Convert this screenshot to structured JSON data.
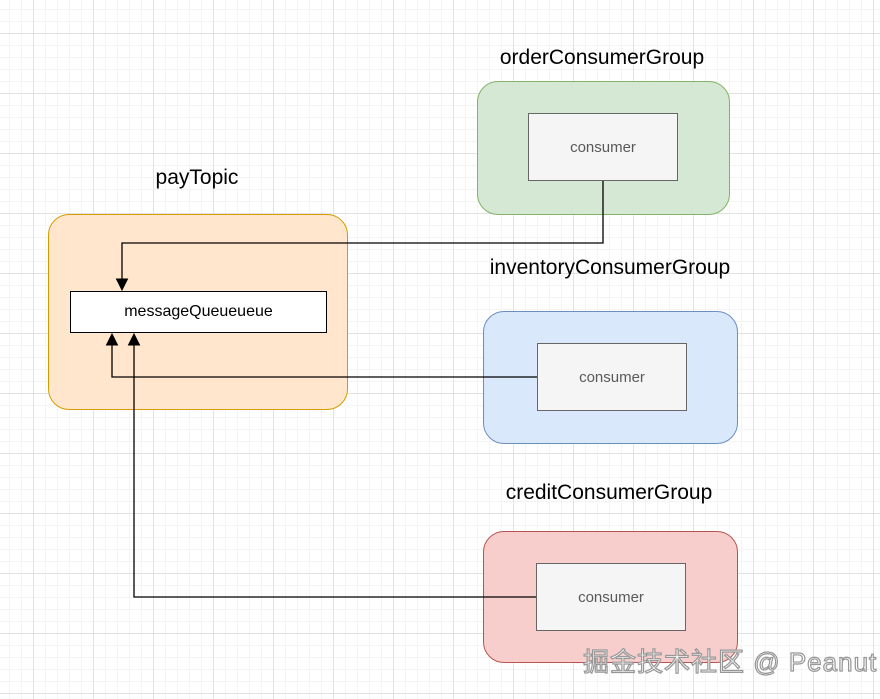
{
  "diagram": {
    "topic": {
      "title": "payTopic",
      "queue_label": "messageQueueueue",
      "fill": "#ffe6cc",
      "stroke": "#d79b00"
    },
    "groups": {
      "order": {
        "title": "orderConsumerGroup",
        "consumer_label": "consumer",
        "fill": "#d5e8d4",
        "stroke": "#82b366"
      },
      "inventory": {
        "title": "inventoryConsumerGroup",
        "consumer_label": "consumer",
        "fill": "#dae8fc",
        "stroke": "#6c8ebf"
      },
      "credit": {
        "title": "creditConsumerGroup",
        "consumer_label": "consumer",
        "fill": "#f8cecc",
        "stroke": "#b85450"
      }
    },
    "consumer_box": {
      "fill": "#f5f5f5",
      "stroke": "#666666",
      "text_color": "#595959"
    },
    "queue_box": {
      "fill": "#ffffff",
      "stroke": "#000000"
    },
    "connector_color": "#000000",
    "connections": [
      {
        "from": "orderConsumerGroup/consumer",
        "to": "payTopic/messageQueueueue"
      },
      {
        "from": "inventoryConsumerGroup/consumer",
        "to": "payTopic/messageQueueueue"
      },
      {
        "from": "creditConsumerGroup/consumer",
        "to": "payTopic/messageQueueueue"
      }
    ]
  },
  "watermark": {
    "text": "掘金技术社区 @ Peanut"
  }
}
